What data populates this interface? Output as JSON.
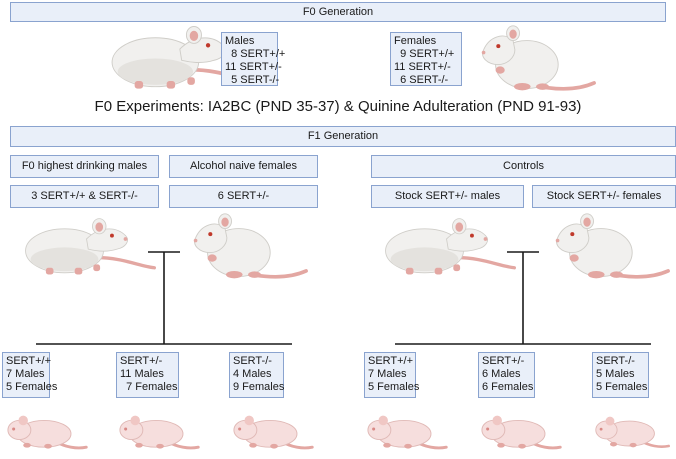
{
  "f0": {
    "banner": "F0 Generation",
    "males": [
      "Males",
      "  8 SERT+/+",
      "11 SERT+/-",
      "  5 SERT-/-"
    ],
    "females": [
      "Females",
      "  9 SERT+/+",
      "11 SERT+/-",
      "  6 SERT-/-"
    ],
    "experiments": "F0 Experiments: IA2BC (PND 35-37) & Quinine Adulteration (PND 91-93)"
  },
  "f1": {
    "banner": "F1 Generation",
    "left": {
      "sire_label": "F0 highest drinking males",
      "sire_genotype": "3 SERT+/+ & SERT-/-",
      "dam_label": "Alcohol naive females",
      "dam_genotype": "6 SERT+/-",
      "offspring": [
        {
          "genotype": "SERT+/+",
          "males": "7 Males",
          "females": "5 Females"
        },
        {
          "genotype": "SERT+/-",
          "males": "11 Males",
          "females": "  7 Females"
        },
        {
          "genotype": "SERT-/-",
          "males": "4 Males",
          "females": "9 Females"
        }
      ]
    },
    "right": {
      "header": "Controls",
      "sire_label": "Stock SERT+/- males",
      "dam_label": "Stock SERT+/- females",
      "offspring": [
        {
          "genotype": "SERT+/+",
          "males": "7 Males",
          "females": "5 Females"
        },
        {
          "genotype": "SERT+/-",
          "males": "6 Males",
          "females": "6 Females"
        },
        {
          "genotype": "SERT-/-",
          "males": "5 Males",
          "females": "5 Females"
        }
      ]
    }
  },
  "colors": {
    "box_fill": "#e9eff9",
    "box_border": "#8aa3cf",
    "rat_body": "#f1f0ee",
    "rat_shade": "#d9d7d3",
    "rat_pink": "#e3a7a2",
    "line": "#1a1a1a"
  }
}
